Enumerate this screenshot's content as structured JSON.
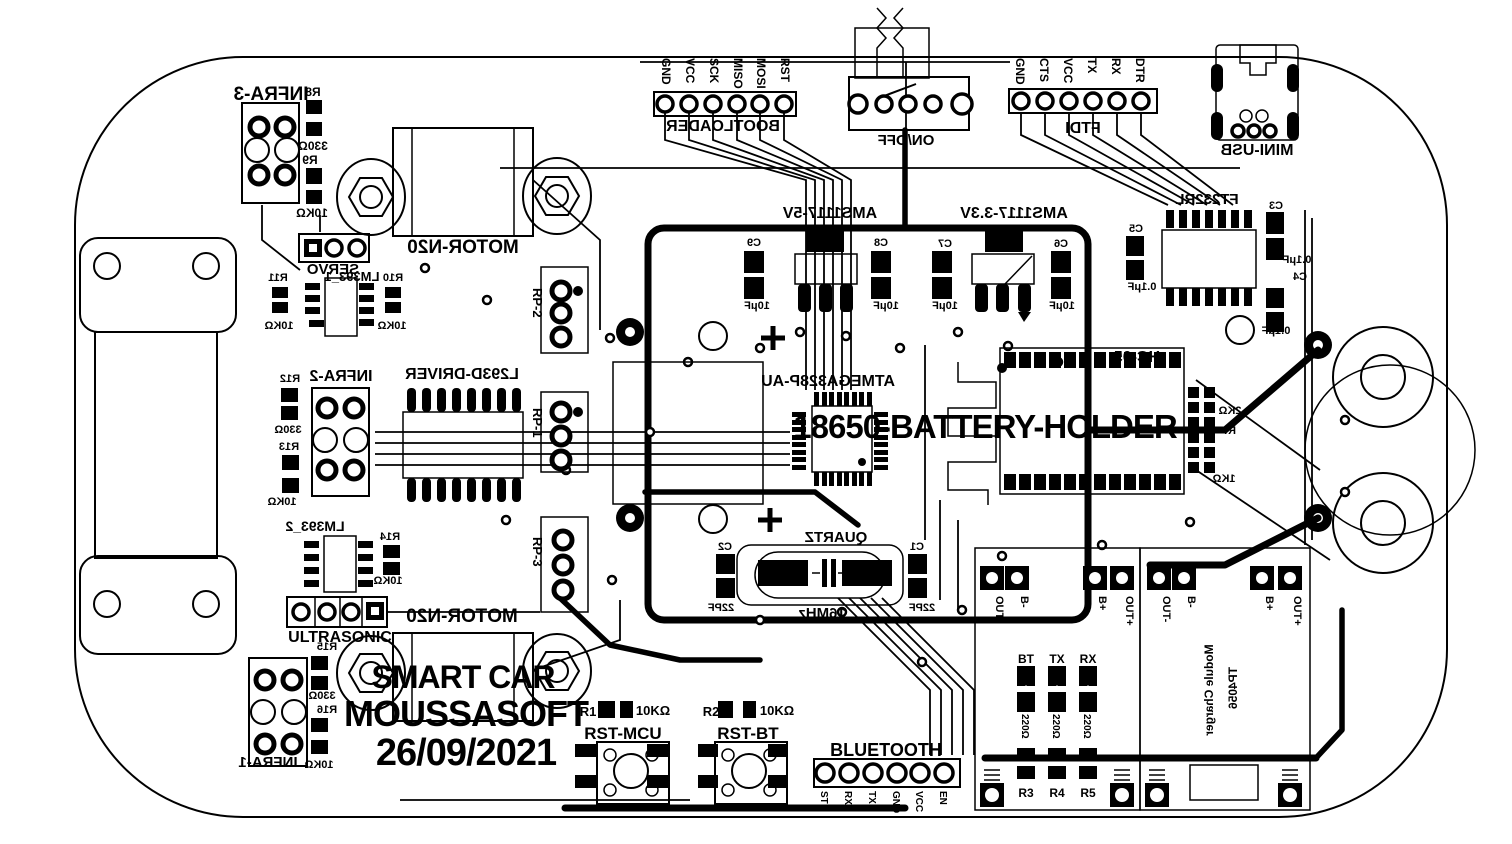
{
  "title_block": {
    "line1": "SMART CAR",
    "line2": "MOUSSASOFT",
    "line3": "26/09/2021"
  },
  "components": {
    "infra3": "INFRA-3",
    "infra2": "INFRA-2",
    "infra1": "INFRA-1",
    "servo": "SERVO",
    "lm393_1": "LM393_1",
    "lm393_2": "LM393_2",
    "motor_top": "MOTOR-N20",
    "motor_bottom": "MOTOR-N20",
    "driver": "L293D-DRIVER",
    "ultrasonic": "ULTRASONIC",
    "bootloader": "BOOTLOADER",
    "onoff": "ON/OFF",
    "ftdi": "FTDI",
    "miniusb": "MINI-USB",
    "ft232rl": "FT232RL",
    "reg_5v": "AMS1117-5V",
    "reg_33v": "AMS1117-3.3V",
    "mcu": "ATMEGA328P-AU",
    "battery_holder": "18650-BATTERY-HOLDER",
    "hc05": "HC-05",
    "quartz": "QUARTZ",
    "quartz_freq": "16MHz",
    "rst_mcu": "RST-MCU",
    "rst_bt": "RST-BT",
    "bluetooth": "BLUETOOTH",
    "rp1": "RP-1",
    "rp2": "RP-2",
    "rp3": "RP-3",
    "charger_name": "TP4056",
    "charger_type": "Module Charger"
  },
  "pins": {
    "bootloader": [
      "GND",
      "VCC",
      "SCK",
      "MISO",
      "MOSI",
      "RST"
    ],
    "ftdi": [
      "GND",
      "CTS",
      "VCC",
      "TX",
      "RX",
      "DTR"
    ],
    "bluetooth": [
      "ST",
      "RX",
      "TX",
      "GND",
      "VCC",
      "EN"
    ],
    "charger_terminals": [
      "OUT-",
      "B-",
      "B+",
      "OUT+",
      "OUT-",
      "B-",
      "B+",
      "OUT+"
    ]
  },
  "leds": {
    "bt": "BT",
    "tx": "TX",
    "rx": "RX"
  },
  "resistors": {
    "r1": "R1",
    "r1_val": "10KΩ",
    "r2": "R2",
    "r2_val": "10KΩ",
    "r3": "R3",
    "r3_val": "220Ω",
    "r4": "R4",
    "r4_val": "220Ω",
    "r5": "R5",
    "r5_val": "220Ω",
    "r7": "R7",
    "r7_top_val": "2KΩ",
    "r7_bottom_val": "1KΩ",
    "r8": "R8",
    "r8_val": "330Ω",
    "r9": "R9",
    "r9_val": "10KΩ",
    "r10": "R10",
    "r10_val": "10KΩ",
    "r11": "R11",
    "r11_val": "10KΩ",
    "r12": "R12",
    "r12_val": "330Ω",
    "r13": "R13",
    "r13_val": "10KΩ",
    "r14": "R14",
    "r14_val": "10KΩ",
    "r15": "R15",
    "r15_val": "330Ω",
    "r16": "R16",
    "r16_val": "10KΩ"
  },
  "capacitors": {
    "c1": "C1",
    "c1_val": "22PF",
    "c2": "C2",
    "c2_val": "22PF",
    "c3": "C3",
    "c3_val": "0.1μF",
    "c4": "C4",
    "c4_val": "0.1μF",
    "c5": "C5",
    "c5_val": "0.1μF",
    "c6": "C6",
    "c6_val": "10μF",
    "c7": "C7",
    "c7_val": "10μF",
    "c8": "C8",
    "c8_val": "10μF",
    "c9": "C9",
    "c9_val": "10μF"
  },
  "colors": {
    "copper": "#000000",
    "board": "#ffffff"
  }
}
